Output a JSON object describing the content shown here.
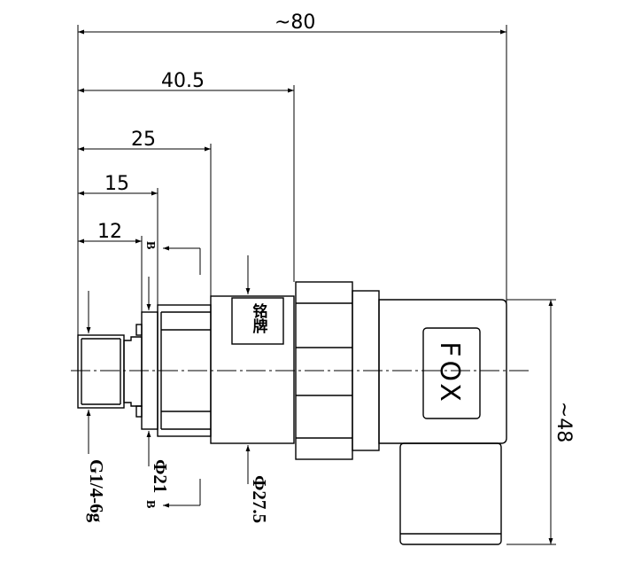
{
  "dimensions": {
    "overall_length": "~80",
    "d_40_5": "40.5",
    "d_25": "25",
    "d_15": "15",
    "d_12": "12",
    "height": "~48"
  },
  "callouts": {
    "thread": "G1/4-6g",
    "phi21": "Φ21",
    "phi27_5": "Φ27.5",
    "section_mark": "B",
    "nameplate": "铭牌"
  },
  "brand": "FOX"
}
